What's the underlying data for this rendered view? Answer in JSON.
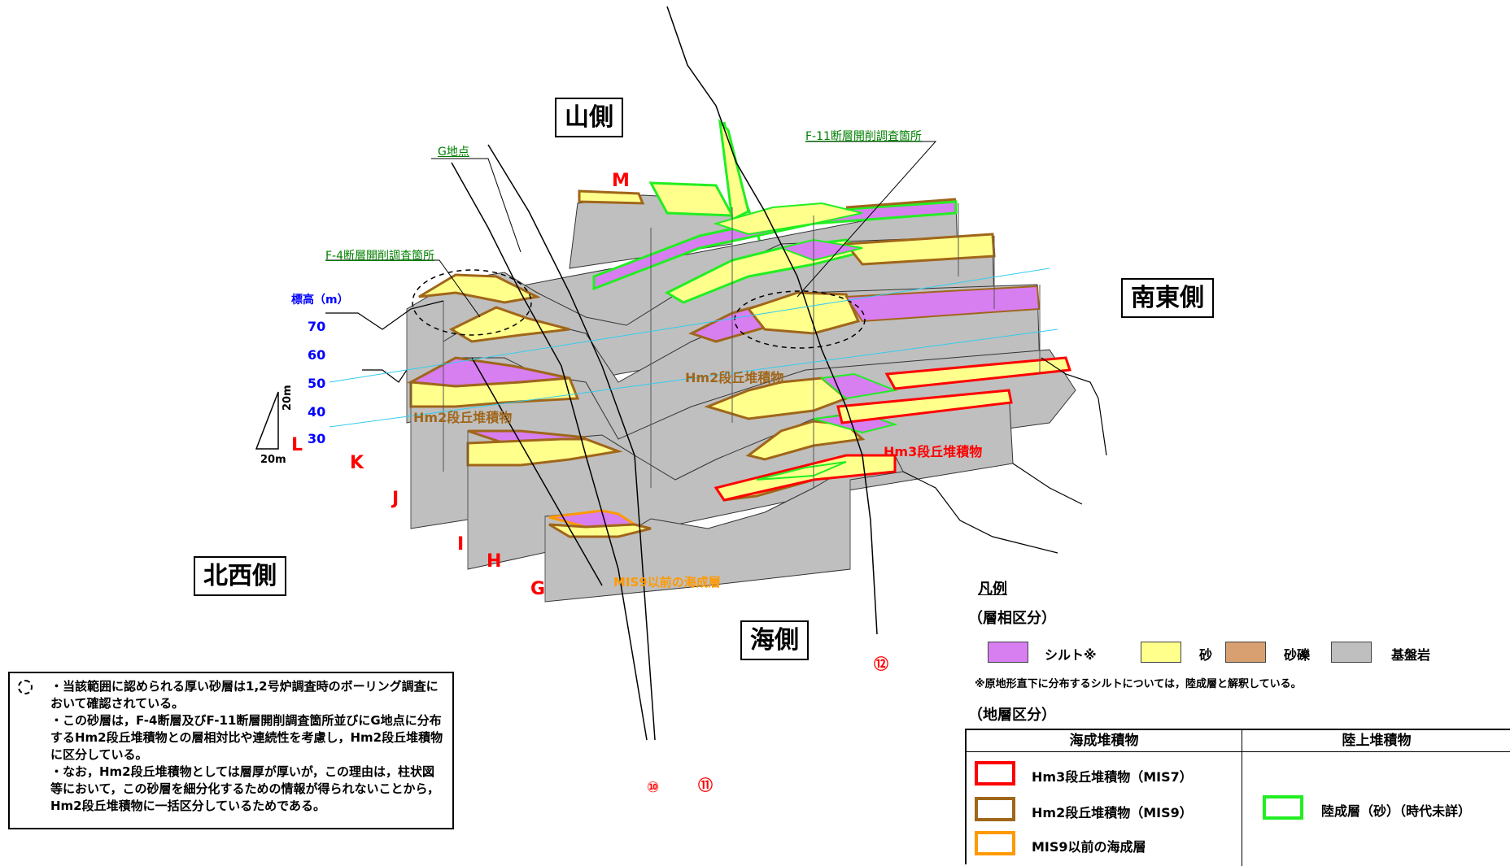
{
  "directions": {
    "mountain": "山側",
    "southeast": "南東側",
    "northwest": "北西側",
    "sea": "海側"
  },
  "sections": [
    "M",
    "L",
    "K",
    "J",
    "I",
    "H",
    "G"
  ],
  "callouts": {
    "g_point": "G地点",
    "f11": "F-11断層開削調査箇所",
    "f4": "F-4断層開削調査箇所"
  },
  "elevation": {
    "title": "標高（m）",
    "ticks": [
      "70",
      "60",
      "50",
      "40",
      "30"
    ]
  },
  "scale": {
    "vertical": "20m",
    "horizontal": "20m"
  },
  "deposit_labels": {
    "hm2_left": "Hm2段丘堆積物",
    "hm2_center": "Hm2段丘堆積物",
    "hm3": "Hm3段丘堆積物",
    "mis9": "MIS9以前の海成層"
  },
  "boreholes": [
    "⑩",
    "⑪",
    "⑫"
  ],
  "legend": {
    "title": "凡例",
    "facies_title": "（層相区分）",
    "facies": [
      {
        "label": "シルト※",
        "color": "#d77ef0"
      },
      {
        "label": "砂",
        "color": "#ffff8c"
      },
      {
        "label": "砂礫",
        "color": "#d8a070"
      },
      {
        "label": "基盤岩",
        "color": "#bfbfbf"
      }
    ],
    "facies_note": "※原地形直下に分布するシルトについては，陸成層と解釈している。",
    "strat_title": "（地層区分）",
    "marine_header": "海成堆積物",
    "land_header": "陸上堆積物",
    "marine": [
      {
        "label": "Hm3段丘堆積物（MIS7）",
        "color": "#ff0000"
      },
      {
        "label": "Hm2段丘堆積物（MIS9）",
        "color": "#a0661a"
      },
      {
        "label": "MIS9以前の海成層",
        "color": "#ff9900"
      }
    ],
    "land": [
      {
        "label": "陸成層（砂）（時代未詳）",
        "color": "#22ee22"
      }
    ]
  },
  "notes": [
    "・当該範囲に認められる厚い砂層は1,2号炉調査時のボーリング調査において確認されている。",
    "・この砂層は，F-4断層及びF-11断層開削調査箇所並びにG地点に分布するHm2段丘堆積物との層相対比や連続性を考慮し，Hm2段丘堆積物に区分している。",
    "・なお，Hm2段丘堆積物としては層厚が厚いが，この理由は，柱状図等において，この砂層を細分化するための情報が得られないことから，Hm2段丘堆積物に一括区分しているためである。"
  ],
  "colors": {
    "silt": "#d77ef0",
    "sand": "#ffff8c",
    "gravel": "#d8a070",
    "bedrock": "#bfbfbf",
    "hm3": "#ff0000",
    "hm2": "#a0661a",
    "mis9": "#ff9900",
    "land": "#22ee22",
    "section_label": "#ff0000",
    "elev_tick": "#0000ff",
    "callout": "#008000"
  }
}
